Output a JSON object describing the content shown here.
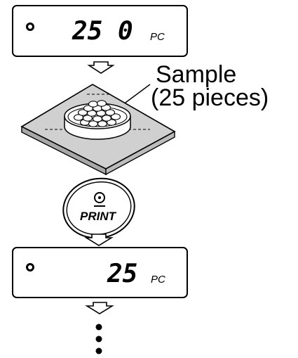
{
  "display_top": {
    "digits": "25 0",
    "unit": "PC"
  },
  "sample_label": {
    "line1": "Sample",
    "line2": "(25 pieces)"
  },
  "print_key": {
    "label": "PRINT",
    "icon": "target-icon"
  },
  "display_bottom": {
    "digits": "25",
    "unit": "PC"
  },
  "colors": {
    "line": "#000000",
    "pan_fill": "#d0d0d0",
    "dish_fill": "#ffffff",
    "arrow_fill": "#ffffff"
  }
}
